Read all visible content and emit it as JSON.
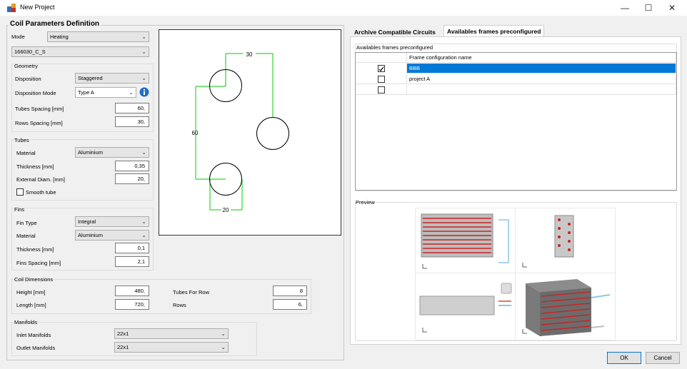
{
  "window": {
    "title": "New Project",
    "minimize": "—",
    "maximize": "☐",
    "close": "✕"
  },
  "coil": {
    "group_title": "Coil Parameters Definition",
    "mode_label": "Mode",
    "mode_value": "Heating",
    "model_value": "166030_C_S",
    "geometry": {
      "title": "Geometry",
      "disposition_label": "Disposition",
      "disposition_value": "Staggered",
      "disposition_mode_label": "Disposition Mode",
      "disposition_mode_value": "Type A",
      "tubes_spacing_label": "Tubes Spacing [mm]",
      "tubes_spacing_value": "60,",
      "rows_spacing_label": "Rows Spacing [mm]",
      "rows_spacing_value": "30,"
    },
    "tubes": {
      "title": "Tubes",
      "material_label": "Material",
      "material_value": "Aluminium",
      "thickness_label": "Thickness [mm]",
      "thickness_value": "0,35",
      "ext_diam_label": "External Diam. [mm]",
      "ext_diam_value": "20,",
      "smooth_label": "Smooth tube"
    },
    "fins": {
      "title": "Fins",
      "type_label": "Fin Type",
      "type_value": "Integral",
      "material_label": "Material",
      "material_value": "Aluminium",
      "thickness_label": "Thickness [mm]",
      "thickness_value": "0,1",
      "spacing_label": "Fins Spacing [mm]",
      "spacing_value": "2,1"
    },
    "dimensions": {
      "title": "Coil Dimensions",
      "height_label": "Height [mm]",
      "height_value": "480,",
      "length_label": "Length [mm]",
      "length_value": "720,",
      "tubes_row_label": "Tubes For Row",
      "tubes_row_value": "8",
      "rows_label": "Rows",
      "rows_value": "6,"
    },
    "manifolds": {
      "title": "Manifolds",
      "inlet_label": "Inlet Manifolds",
      "inlet_value": "22x1",
      "outlet_label": "Outlet Manifolds",
      "outlet_value": "22x1"
    },
    "diagram": {
      "top_dim": "30",
      "left_dim": "60",
      "bottom_dim": "20"
    }
  },
  "tabs": [
    {
      "label": "Archive Compatible Circuits",
      "active": false
    },
    {
      "label": "Availables frames preconfigured",
      "active": true
    }
  ],
  "frames": {
    "group_title": "Availables frames preconfigured",
    "column_header": "Frame configuration name",
    "rows": [
      {
        "checked": true,
        "name": "BBB",
        "selected": true
      },
      {
        "checked": false,
        "name": "project A",
        "selected": false
      },
      {
        "checked": false,
        "name": "",
        "selected": false
      }
    ]
  },
  "preview": {
    "title": "Preview"
  },
  "buttons": {
    "ok": "OK",
    "cancel": "Cancel"
  },
  "colors": {
    "selection": "#0078d7",
    "fin_red": "#cc2222",
    "coil_gray": "#9a9a9a"
  }
}
